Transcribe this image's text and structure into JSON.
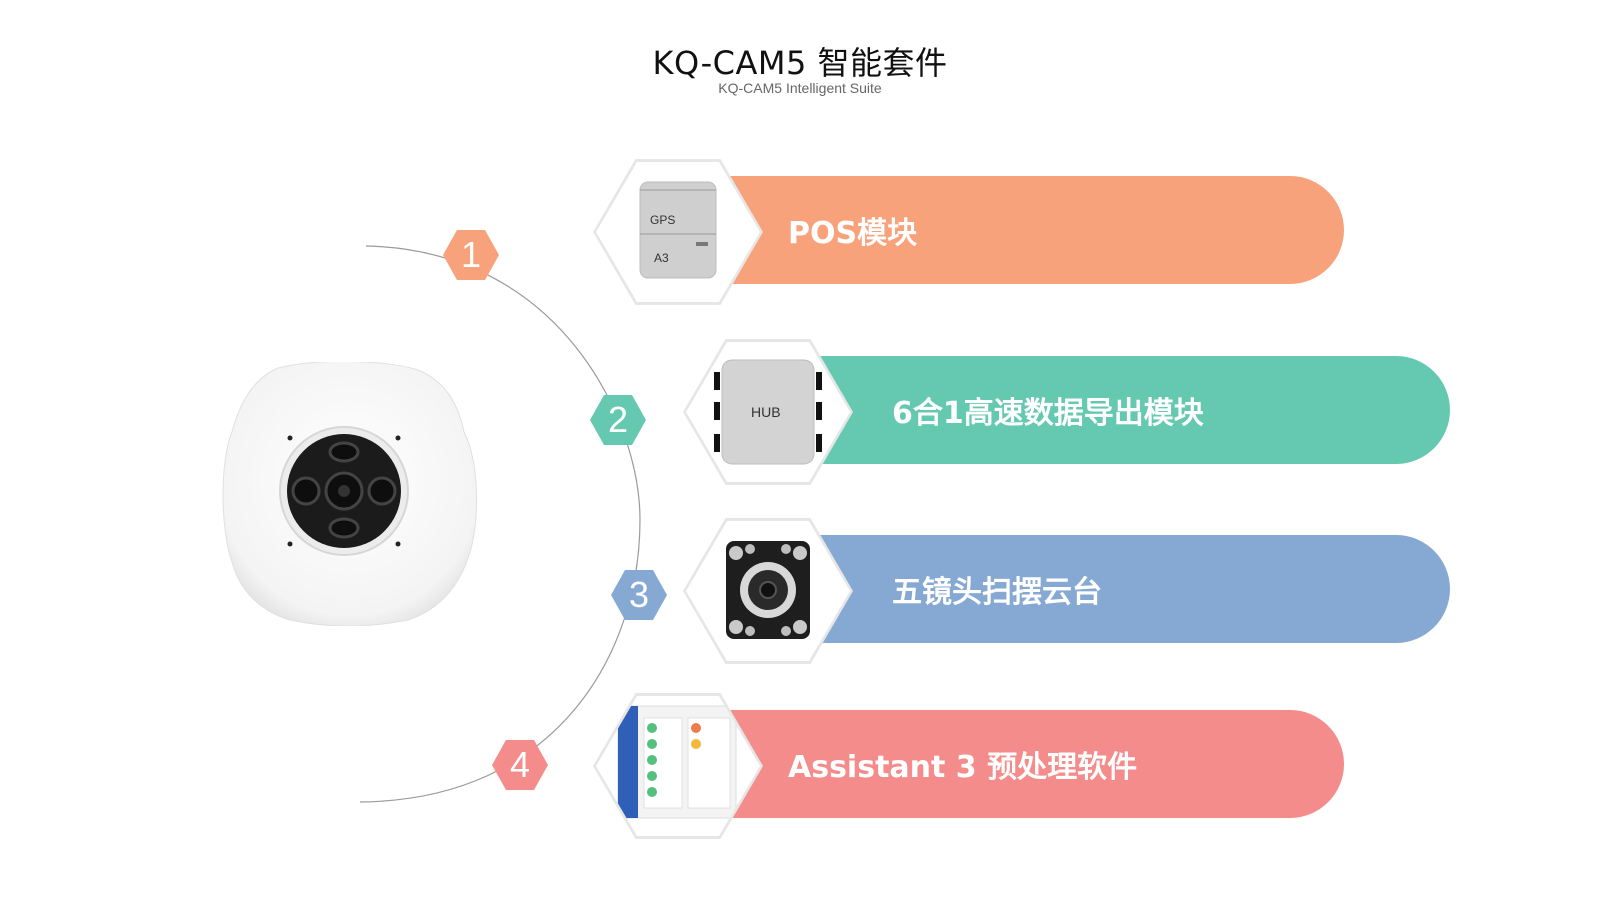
{
  "header": {
    "title": "KQ-CAM5 智能套件",
    "subtitle": "KQ-CAM5 Intelligent Suite"
  },
  "items": [
    {
      "number": "1",
      "label": "POS模块",
      "color": "#f7a27b",
      "icon": "gps-module-icon",
      "icon_text": [
        "GPS",
        "A3"
      ]
    },
    {
      "number": "2",
      "label": "6合1高速数据导出模块",
      "color": "#65c9b1",
      "icon": "hub-module-icon",
      "icon_text": [
        "HUB"
      ]
    },
    {
      "number": "3",
      "label": "五镜头扫摆云台",
      "color": "#86a9d4",
      "icon": "gimbal-icon"
    },
    {
      "number": "4",
      "label": "Assistant 3 预处理软件",
      "color": "#f58c8c",
      "icon": "software-screenshot-icon"
    }
  ],
  "product": {
    "icon": "five-lens-camera-icon"
  }
}
